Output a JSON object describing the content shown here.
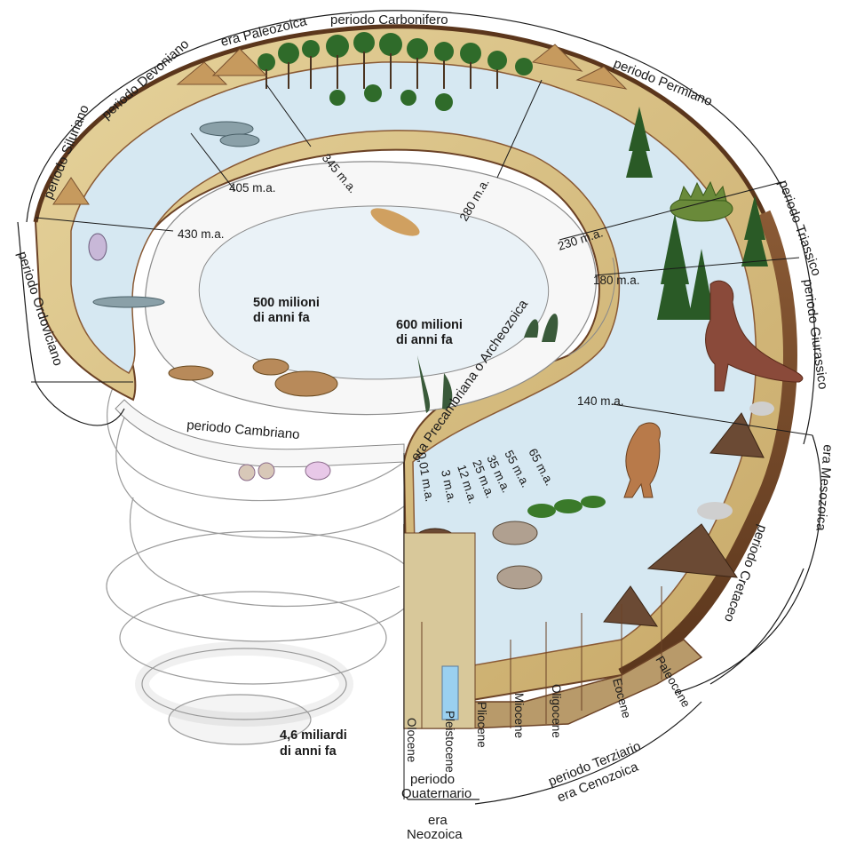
{
  "colors": {
    "sky": "#d6e8f2",
    "ribbon_white": "#f7f7f7",
    "earth_brown": "#a0714a",
    "rim_dark": "#6b4226",
    "forest_green": "#2f6b2a",
    "land_tan": "#d8c08a",
    "arrow_line": "#1a1a1a"
  },
  "labels": {
    "era_paleozoica": "era Paleozoica",
    "periodo_carbonifero": "periodo Carbonifero",
    "periodo_devoniano": "periodo Devoniano",
    "periodo_siluriano": "periodo Siluriano",
    "periodo_ordoviciano": "periodo Ordoviciano",
    "periodo_cambriano": "periodo Cambriano",
    "periodo_permiano": "periodo Permiano",
    "periodo_triassico": "periodo Triassico",
    "periodo_giurassico": "periodo Giurassico",
    "era_mesozoica": "era Mesozoica",
    "periodo_cretaceo": "periodo Cretaceo",
    "paleocene": "Paleocene",
    "eocene": "Eocene",
    "oligocene": "Oligocene",
    "miocene": "Miocene",
    "pliocene": "Pliocene",
    "pleistocene": "Pleistocene",
    "olocene": "Olocene",
    "periodo_terziario": "periodo Terziario",
    "era_cenozoica": "era Cenozoica",
    "periodo_quaternario_1": "periodo",
    "periodo_quaternario_2": "Quaternario",
    "era_neozoica_1": "era",
    "era_neozoica_2": "Neozoica",
    "era_precambriana": "era Precambriana o Archeozoica",
    "ma_405": "405 m.a.",
    "ma_345": "345 m.a.",
    "ma_280": "280 m.a.",
    "ma_430": "430 m.a.",
    "ma_230": "230 m.a.",
    "ma_180": "180 m.a.",
    "ma_140": "140 m.a.",
    "ma_65": "65 m.a.",
    "ma_55": "55 m.a.",
    "ma_35": "35 m.a.",
    "ma_25": "25 m.a.",
    "ma_12": "12 m.a.",
    "ma_3": "3 m.a.",
    "ma_001": "0,01 m.a.",
    "t500_1": "500 milioni",
    "t500_2": "di anni fa",
    "t600_1": "600 milioni",
    "t600_2": "di anni fa",
    "t46_1": "4,6 miliardi",
    "t46_2": "di anni fa"
  },
  "icons": [
    "conifer-tree-icon",
    "fern-tree-icon",
    "fish-icon",
    "trilobite-icon",
    "squid-icon",
    "dinosaur-icon",
    "stegosaurus-icon",
    "volcano-icon",
    "mammoth-icon",
    "rhino-icon",
    "human-icon",
    "coral-icon",
    "jellyfish-icon"
  ]
}
